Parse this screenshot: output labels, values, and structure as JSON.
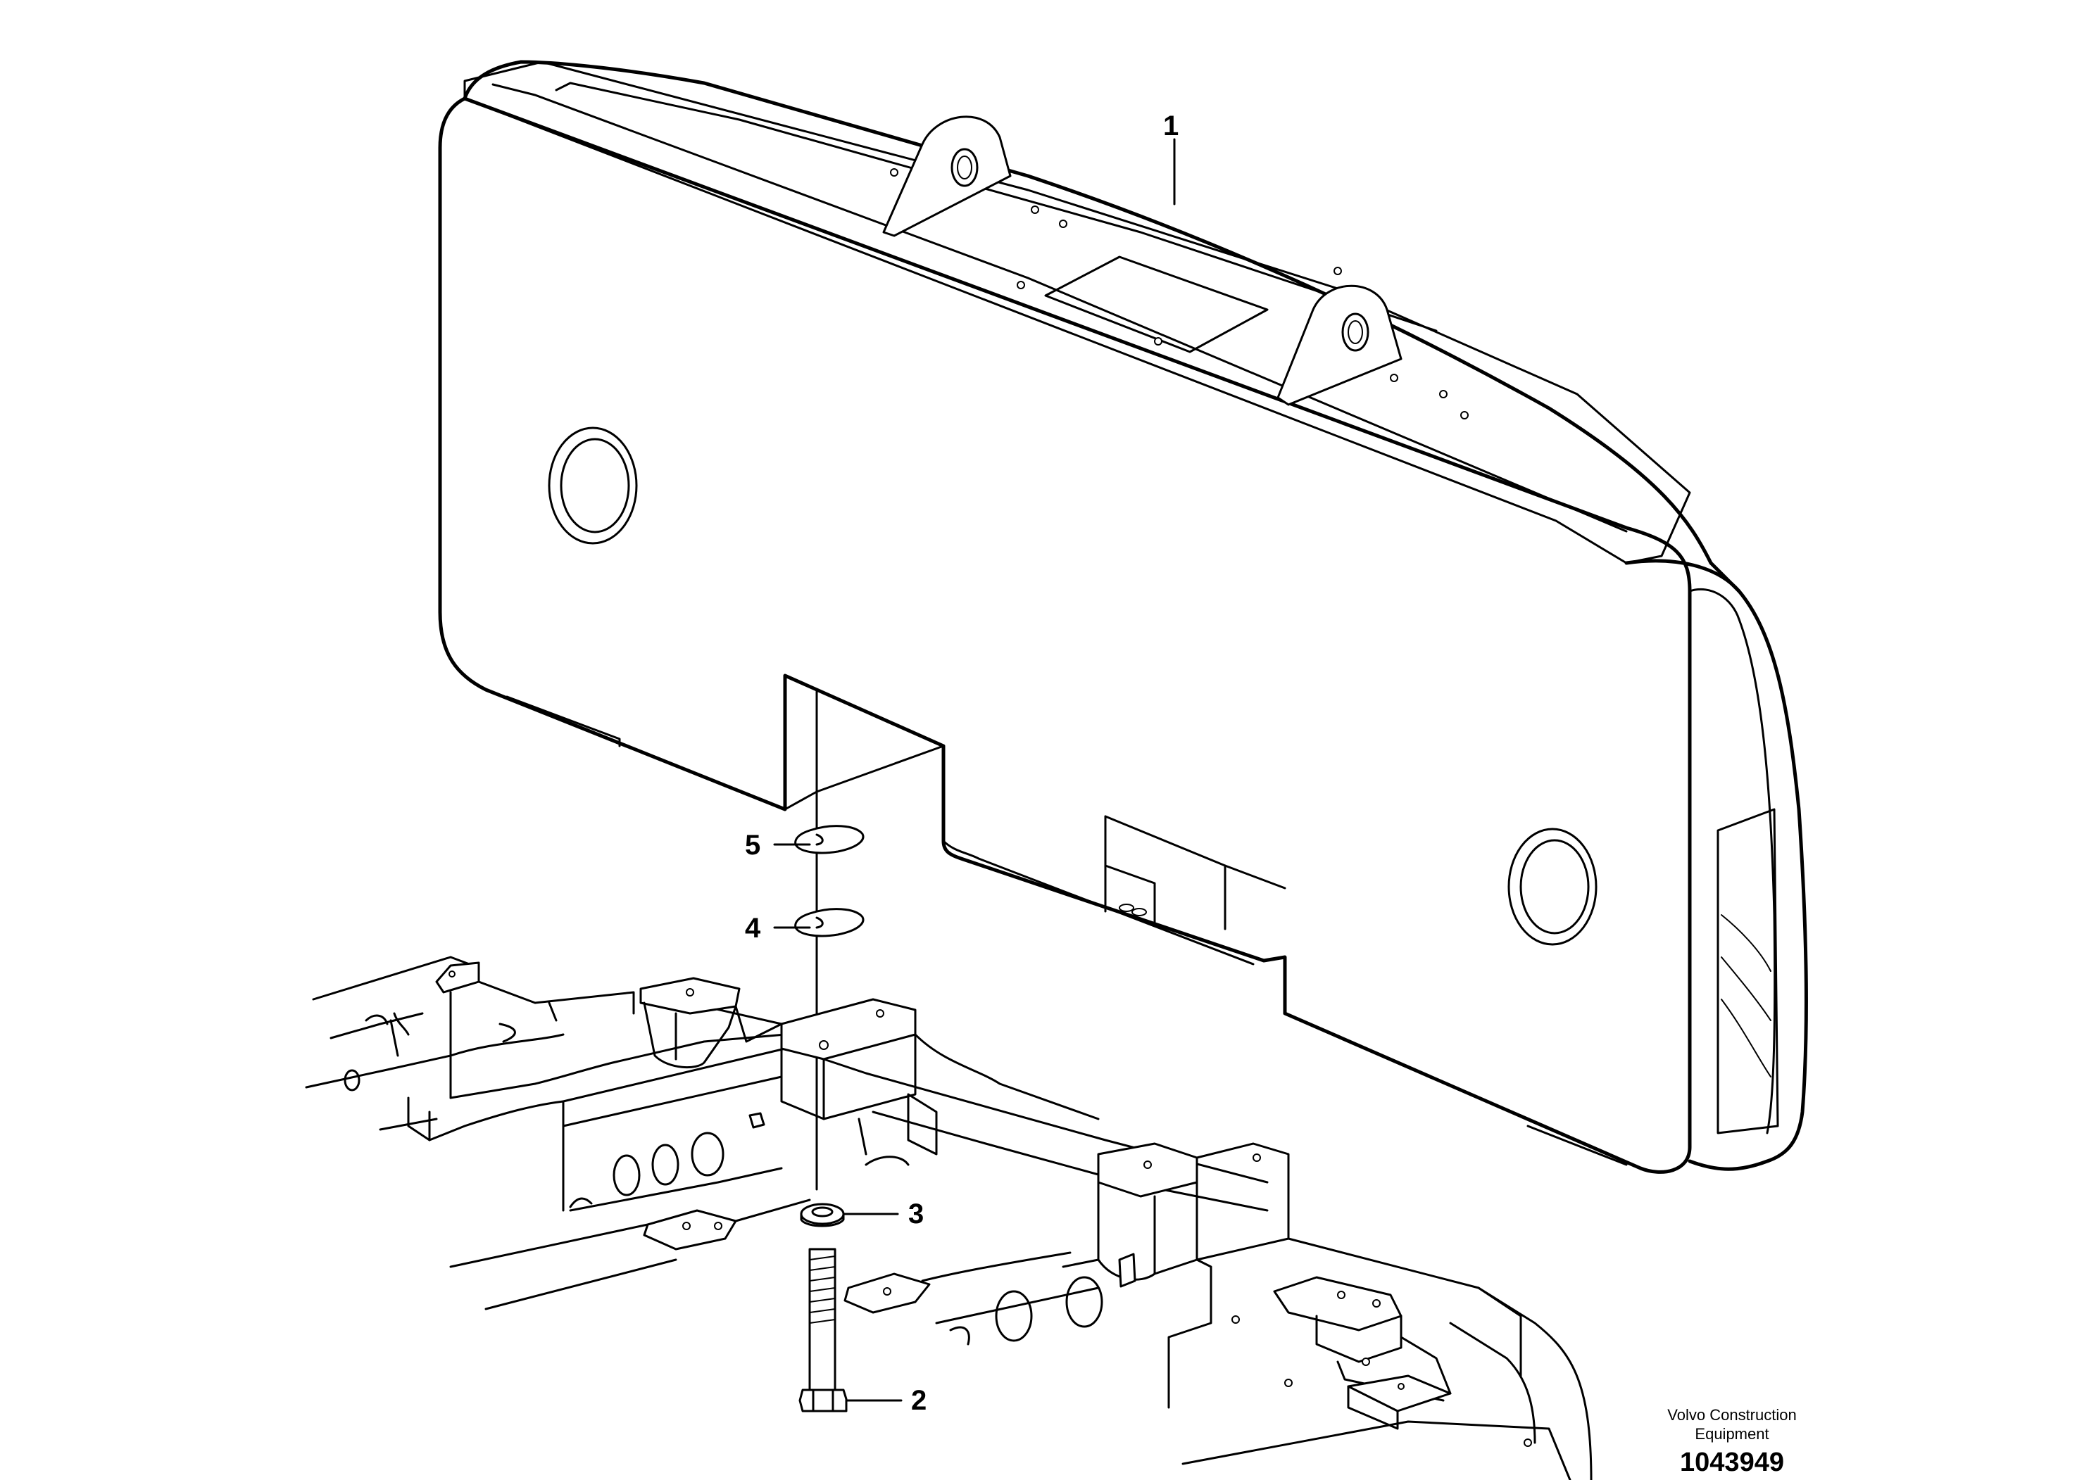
{
  "callouts": [
    {
      "id": "1",
      "label": "1",
      "part": "counterweight"
    },
    {
      "id": "2",
      "label": "2",
      "part": "bolt"
    },
    {
      "id": "3",
      "label": "3",
      "part": "washer"
    },
    {
      "id": "4",
      "label": "4",
      "part": "shim"
    },
    {
      "id": "5",
      "label": "5",
      "part": "shim"
    }
  ],
  "brand": {
    "line1": "Volvo Construction",
    "line2": "Equipment"
  },
  "reference_number": "1043949",
  "colors": {
    "line": "#000000",
    "background": "#ffffff"
  }
}
